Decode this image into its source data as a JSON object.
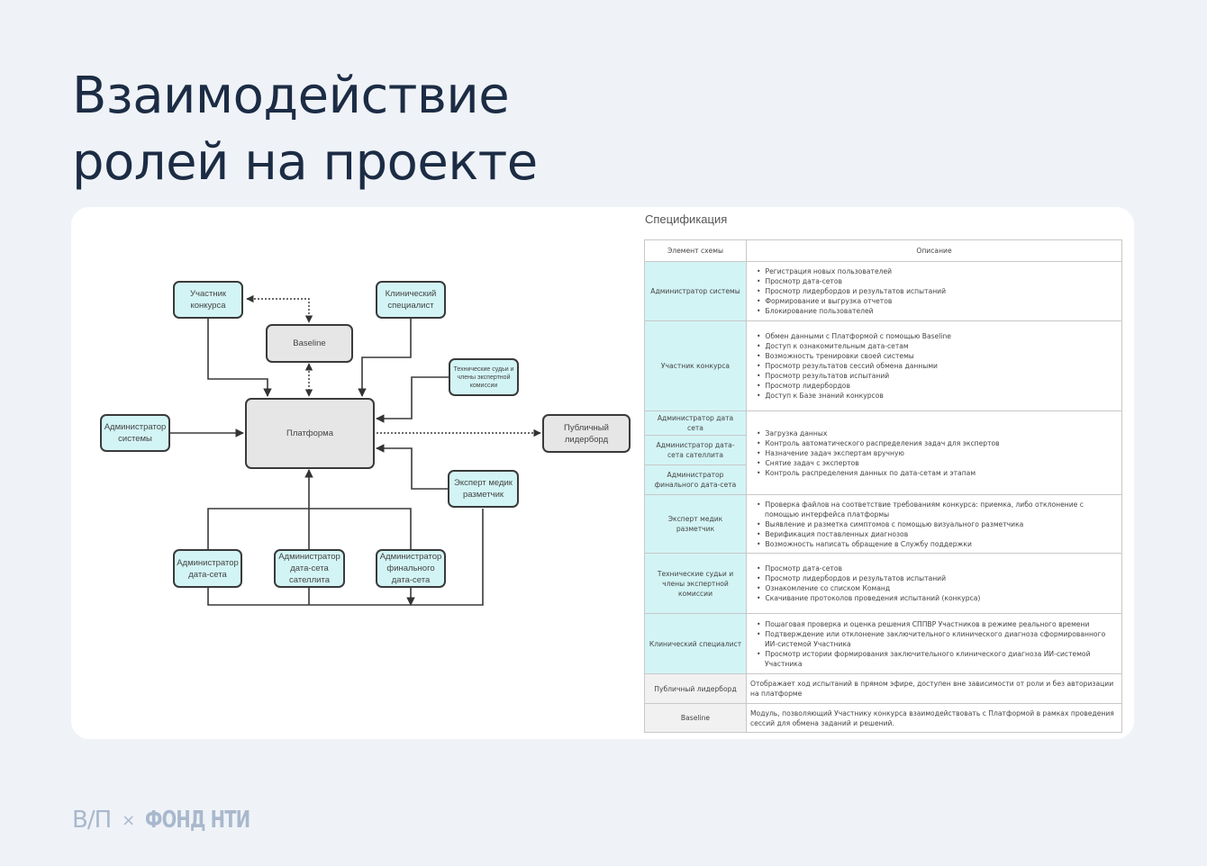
{
  "title": {
    "line1": "Взаимодействие",
    "line2": "ролей на проекте"
  },
  "diagram": {
    "participant": "Участник конкурса",
    "baseline": "Baseline",
    "clinical": "Клинический специалист",
    "judges": "Технические судьи и члены экспертной комиссии",
    "sysadmin": "Администратор системы",
    "platform": "Платформа",
    "leaderboard": "Публичный лидерборд",
    "expert": "Эксперт медик разметчик",
    "ds_admin": "Администратор дата-сета",
    "sat_admin": "Администратор дата-сета сателлита",
    "final_admin": "Администратор финального дата-сета"
  },
  "spec": {
    "title": "Спецификация",
    "headers": [
      "Элемент схемы",
      "Описание"
    ],
    "rows": [
      {
        "key": "Администратор системы",
        "items": [
          "Регистрация новых пользователей",
          "Просмотр дата-сетов",
          "Просмотр лидербордов и результатов испытаний",
          "Формирование и выгрузка отчетов",
          "Блокирование пользователей"
        ]
      },
      {
        "key": "Участник конкурса",
        "items": [
          "Обмен данными с Платформой с помощью Baseline",
          "Доступ к ознакомительным дата-сетам",
          "Возможность тренировки своей системы",
          "Просмотр результатов сессий обмена данными",
          "Просмотр результатов испытаний",
          "Просмотр лидербордов",
          "Доступ к Базе знаний конкурсов"
        ]
      },
      {
        "keys": [
          "Администратор дата сета",
          "Администратор дата-сета сателлита",
          "Администратор финального дата-сета"
        ],
        "items": [
          "Загрузка данных",
          "Контроль автоматического распределения задач для экспертов",
          "Назначение задач экспертам вручную",
          "Снятие задач с экспертов",
          "Контроль распределения данных по дата-сетам и этапам"
        ]
      },
      {
        "key": "Эксперт медик разметчик",
        "items": [
          "Проверка файлов на соответствие требованиям конкурса: приемка, либо отклонение с помощью интерфейса платформы",
          "Выявление и разметка симптомов с помощью визуального разметчика",
          "Верификация поставленных диагнозов",
          "Возможность написать обращение в Службу поддержки"
        ]
      },
      {
        "key": "Технические судьи и члены экспертной комиссии",
        "items": [
          "Просмотр дата-сетов",
          "Просмотр лидербордов и результатов испытаний",
          "Ознакомление со списком Команд",
          "Скачивание протоколов проведения испытаний (конкурса)"
        ]
      },
      {
        "key": "Клинический специалист",
        "items": [
          "Пошаговая проверка и оценка решения СППВР Участников в режиме реального времени",
          "Подтверждение или отклонение заключительного клинического диагноза сформированного ИИ-системой Участника",
          "Просмотр истории формирования заключительного клинического диагноза ИИ-системой Участника"
        ]
      },
      {
        "key": "Публичный лидерборд",
        "text": "Отображает ход испытаний в прямом эфире, доступен вне зависимости от роли и без авторизации на платформе"
      },
      {
        "key": "Baseline",
        "text": "Модуль, позволяющий Участнику конкурса взаимодействовать с Платформой в рамках проведения сессий для обмена заданий и решений."
      }
    ]
  },
  "footer": {
    "logo1": "В/П",
    "sep": "×",
    "logo2": "ФОНД НТИ"
  },
  "colors": {
    "role": "#d3f4f5",
    "system": "#e6e6e6",
    "title": "#1c2c44"
  }
}
